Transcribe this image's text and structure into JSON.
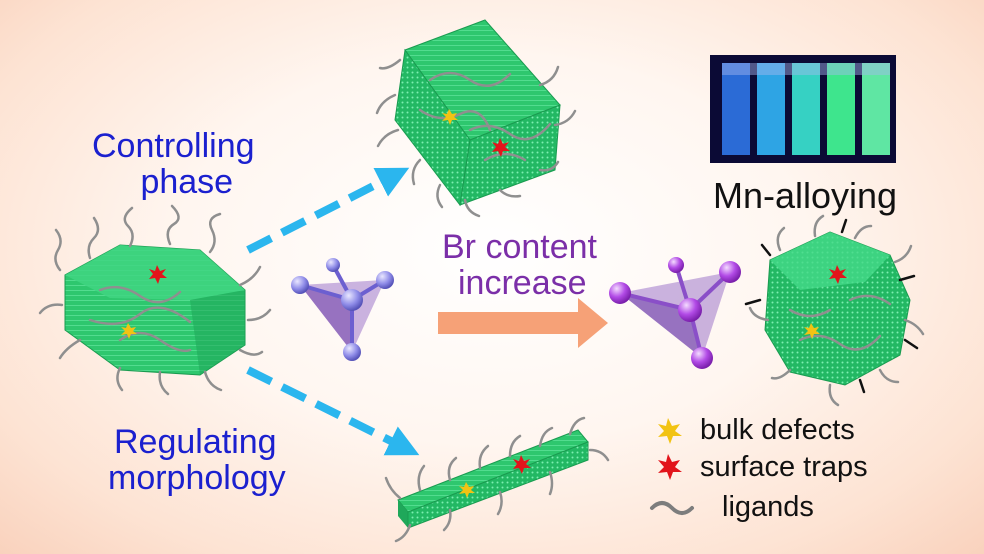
{
  "labels": {
    "controlling_phase": [
      "Controlling",
      "phase"
    ],
    "regulating_morphology": [
      "Regulating",
      "morphology"
    ],
    "br_content": [
      "Br content",
      "increase"
    ],
    "mn_alloying": "Mn-alloying"
  },
  "legend": {
    "bulk_defects": "bulk defects",
    "surface_traps": "surface traps",
    "ligands": "ligands"
  },
  "colors": {
    "crystal_green": "#27c26b",
    "arrow_blue": "#2bb6ee",
    "arrow_orange": "#f6a177",
    "tetrahedron_purple": "#8a5bc2",
    "bulk_defect_yellow": "#f2c313",
    "surface_trap_red": "#e2141b",
    "text_blue": "#1b20cf",
    "text_purple": "#7b2fa8"
  }
}
